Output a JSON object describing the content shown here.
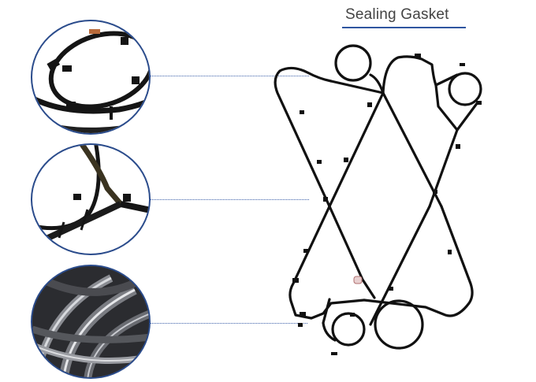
{
  "header": {
    "title": "Sealing Gasket",
    "underline_color": "#2f56a0"
  },
  "details": [
    {
      "name": "port-ring-detail",
      "description": "Close-up of port ring gasket with clip tabs"
    },
    {
      "name": "junction-detail",
      "description": "Close-up of diagonal gasket junction"
    },
    {
      "name": "bulk-gaskets-detail",
      "description": "Stack of rubber gaskets photo"
    }
  ],
  "colors": {
    "circle_border": "#2b4c8c",
    "leader_line": "#3a5ea8",
    "gasket": "#111111"
  }
}
